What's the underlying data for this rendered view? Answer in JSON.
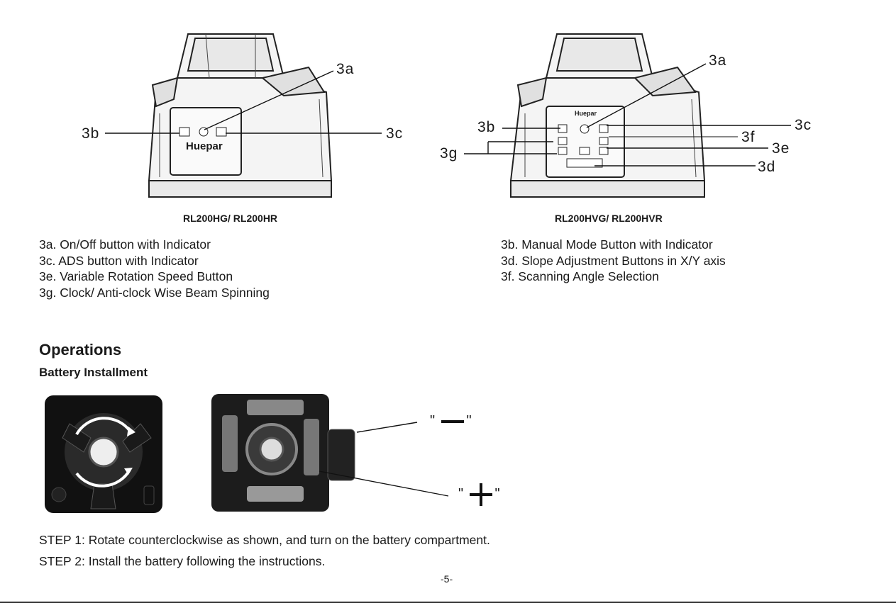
{
  "figures": {
    "left": {
      "caption": "RL200HG/ RL200HR",
      "brand": "Huepar",
      "callouts": {
        "a": "3a",
        "b": "3b",
        "c": "3c"
      }
    },
    "right": {
      "caption": "RL200HVG/ RL200HVR",
      "brand": "Huepar",
      "callouts": {
        "a": "3a",
        "b": "3b",
        "c": "3c",
        "d": "3d",
        "e": "3e",
        "f": "3f",
        "g": "3g"
      }
    }
  },
  "descriptions": {
    "left": [
      "3a. On/Off button with Indicator",
      "3c. ADS button with Indicator",
      "3e. Variable Rotation Speed Button",
      "3g. Clock/ Anti-clock Wise Beam Spinning"
    ],
    "right": [
      "3b. Manual Mode Button with Indicator",
      "3d. Slope Adjustment Buttons in X/Y axis",
      "3f. Scanning Angle Selection"
    ]
  },
  "operations": {
    "heading": "Operations",
    "subheading": "Battery Installment",
    "minus_label": "\" — \"",
    "plus_label": "\" + \"",
    "steps": [
      "STEP 1: Rotate counterclockwise as shown, and turn on the battery compartment.",
      "STEP 2: Install the battery following the instructions."
    ]
  },
  "page_number": "-5-"
}
